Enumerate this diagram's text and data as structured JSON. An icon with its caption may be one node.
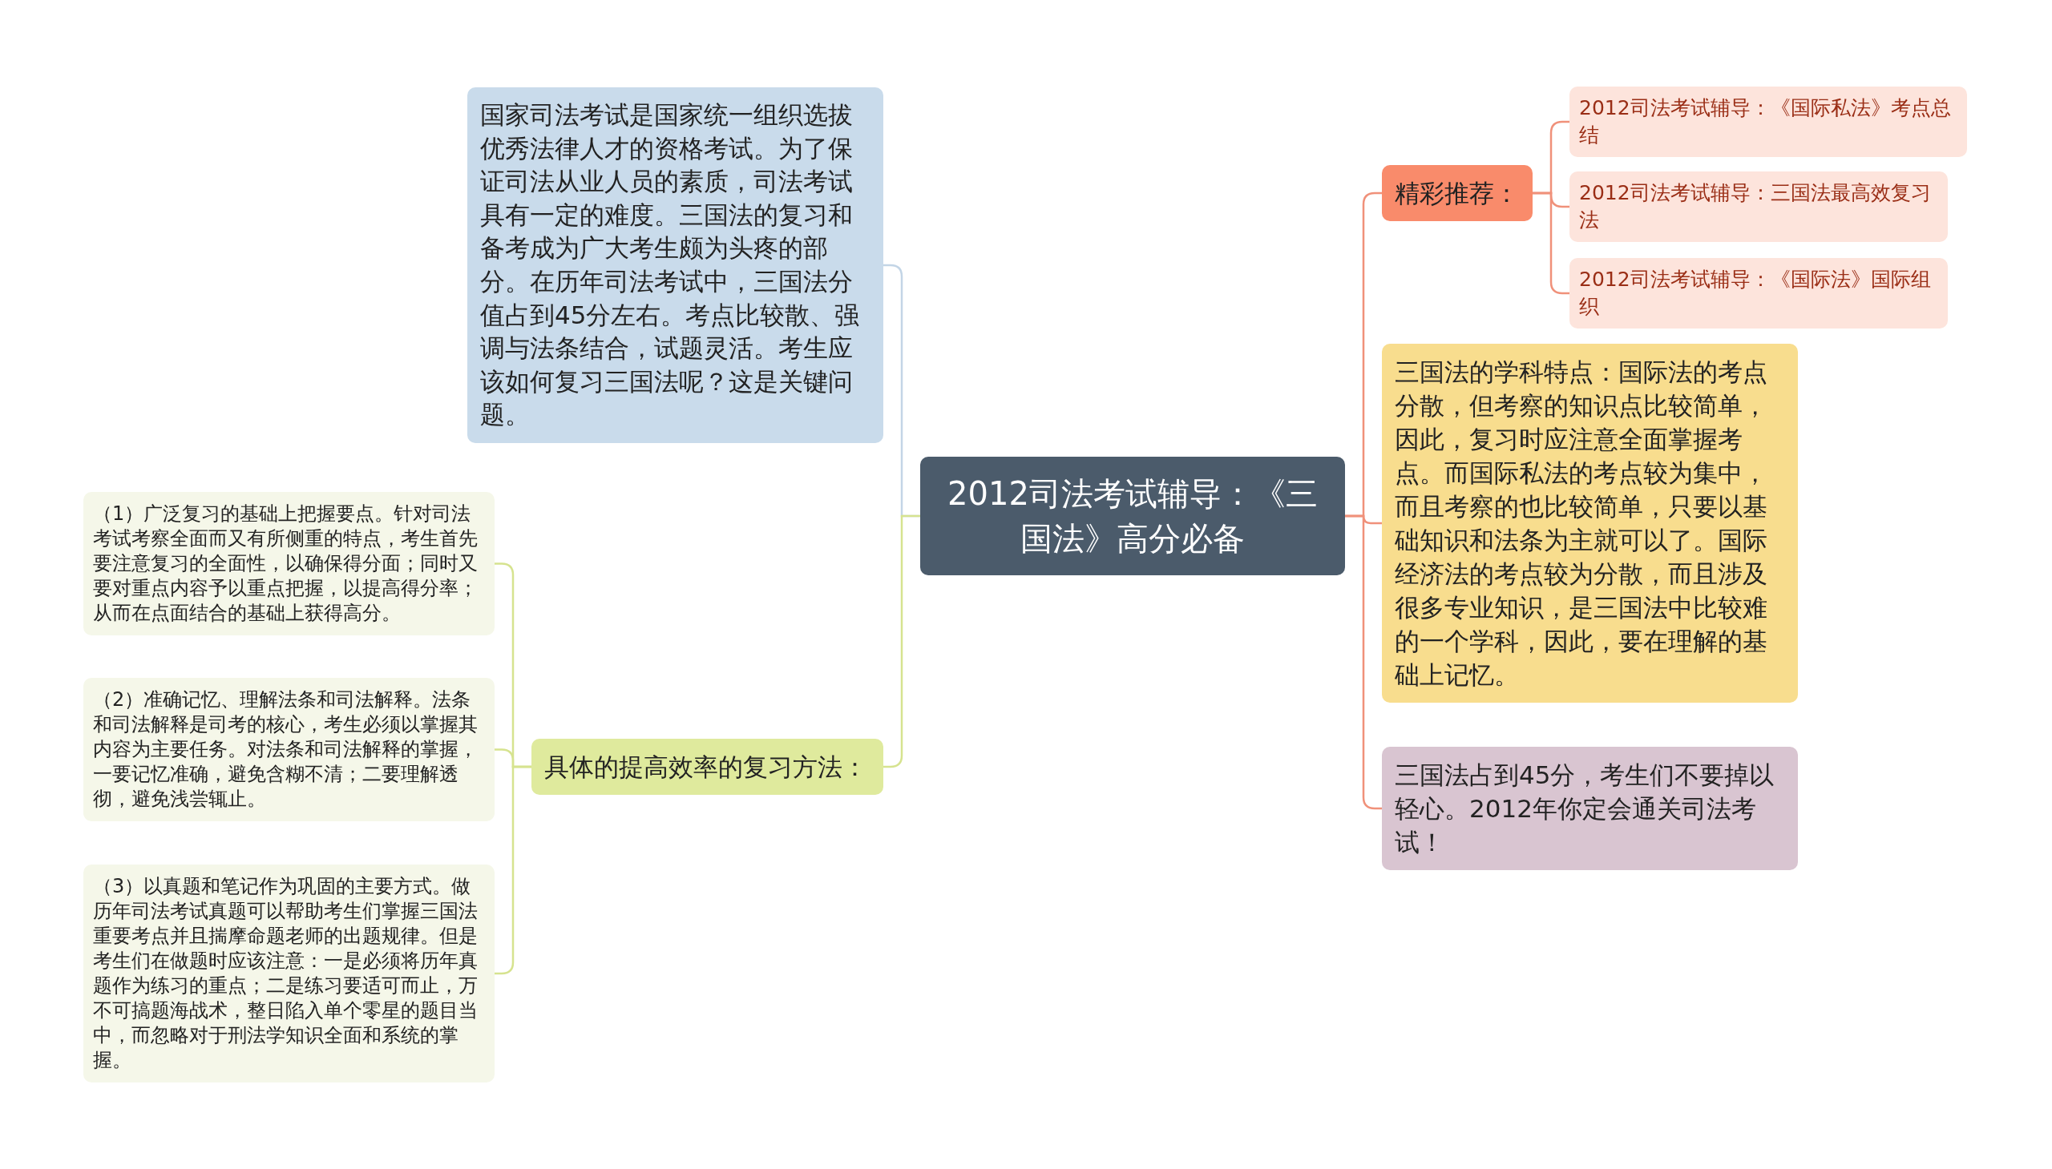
{
  "diagram": {
    "nodes": [
      {
        "text": [
          "2012司法考试辅导：《三国法》高分必备"
        ]
      },
      {
        "text": [
          "国家司法考试是国家统一组织选拔优秀法律人才的资格考试。为了保证司法从业人员的素质，司法考试具有一定的难度。三国法的复习和备考成为广大考生颇为头疼的部分。在历年司法考试中，三国法分值占到45分左右。考点比较散、强调与法条结合，试题灵活。考生应该如何复习三国法呢？这是关键问题。"
        ]
      },
      {
        "text": [
          "具体的提高效率的复习方法："
        ]
      },
      {
        "text": [
          "（1）广泛复习的基础上把握要点。针对司法考试考察全面而又有所侧重的特点，考生首先要注意复习的全面性，以确保得分面；同时又要对重点内容予以重点把握，以提高得分率；从而在点面结合的基础上获得高分。"
        ]
      },
      {
        "text": [
          "（2）准确记忆、理解法条和司法解释。法条和司法解释是司考的核心，考生必须以掌握其内容为主要任务。对法条和司法解释的掌握，一要记忆准确，避免含糊不清；二要理解透彻，避免浅尝辄止。"
        ]
      },
      {
        "text": [
          "（3）以真题和笔记作为巩固的主要方式。做历年司法考试真题可以帮助考生们掌握三国法重要考点并且揣摩命题老师的出题规律。但是考生们在做题时应该注意：一是必须将历年真题作为练习的重点；二是练习要适可而止，万不可搞题海战术，整日陷入单个零星的题目当中，而忽略对于刑法学知识全面和系统的掌握。"
        ]
      },
      {
        "text": [
          "精彩推荐："
        ]
      },
      {
        "text": [
          "2012司法考试辅导：《国际私法》考点总结"
        ]
      },
      {
        "text": [
          "2012司法考试辅导：三国法最高效复习法"
        ]
      },
      {
        "text": [
          "2012司法考试辅导：《国际法》国际组织"
        ]
      },
      {
        "text": [
          "三国法的学科特点：国际法的考点分散，但考察的知识点比较简单，因此，复习时应注意全面掌握考点。而国际私法的考点较为集中，而且考察的也比较简单，只要以基础知识和法条为主就可以了。国际经济法的考点较为分散，而且涉及很多专业知识，是三国法中比较难的一个学科，因此，要在理解的基础上记忆。"
        ]
      },
      {
        "text": [
          "三国法占到45分，考生们不要掉以轻心。2012年你定会通关司法考试！"
        ]
      }
    ],
    "edges": [
      {
        "from": 0,
        "to": 1,
        "arrow": "none",
        "color": "#c3d5e6"
      },
      {
        "from": 0,
        "to": 2,
        "arrow": "none",
        "color": "#d6e38f"
      },
      {
        "from": 2,
        "to": 3,
        "arrow": "none",
        "color": "#d6e38f"
      },
      {
        "from": 2,
        "to": 4,
        "arrow": "none",
        "color": "#d6e38f"
      },
      {
        "from": 2,
        "to": 5,
        "arrow": "none",
        "color": "#d6e38f"
      },
      {
        "from": 0,
        "to": 6,
        "arrow": "none"
      },
      {
        "from": 6,
        "to": 7,
        "arrow": "none"
      },
      {
        "from": 6,
        "to": 8,
        "arrow": "none"
      },
      {
        "from": 6,
        "to": 9,
        "arrow": "none"
      },
      {
        "from": 0,
        "to": 10,
        "arrow": "none"
      },
      {
        "from": 0,
        "to": 11,
        "arrow": "none"
      }
    ]
  }
}
